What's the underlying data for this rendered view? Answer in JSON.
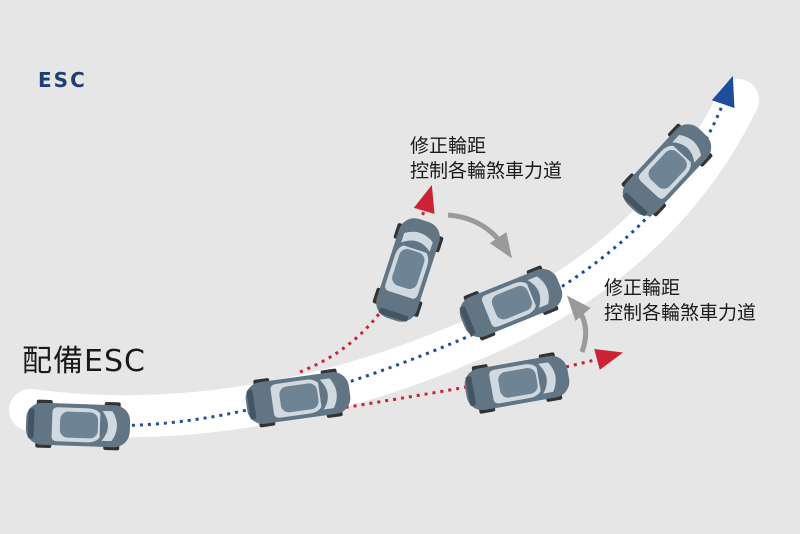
{
  "header": {
    "badge": "ESC"
  },
  "main_label": "配備ESC",
  "notes": [
    {
      "line1": "修正輪距",
      "line2": "控制各輪煞車力道"
    },
    {
      "line1": "修正輪距",
      "line2": "控制各輪煞車力道"
    }
  ],
  "colors": {
    "background": "#e6e6e7",
    "road": "#ffffff",
    "car_body": "#617585",
    "car_glass": "#cfd9df",
    "car_red": "#e0334a",
    "path_blue": "#1e4d9b",
    "path_red": "#cc2233",
    "arrow_gray": "#9a9a9a",
    "badge_text": "#1d3f73"
  }
}
